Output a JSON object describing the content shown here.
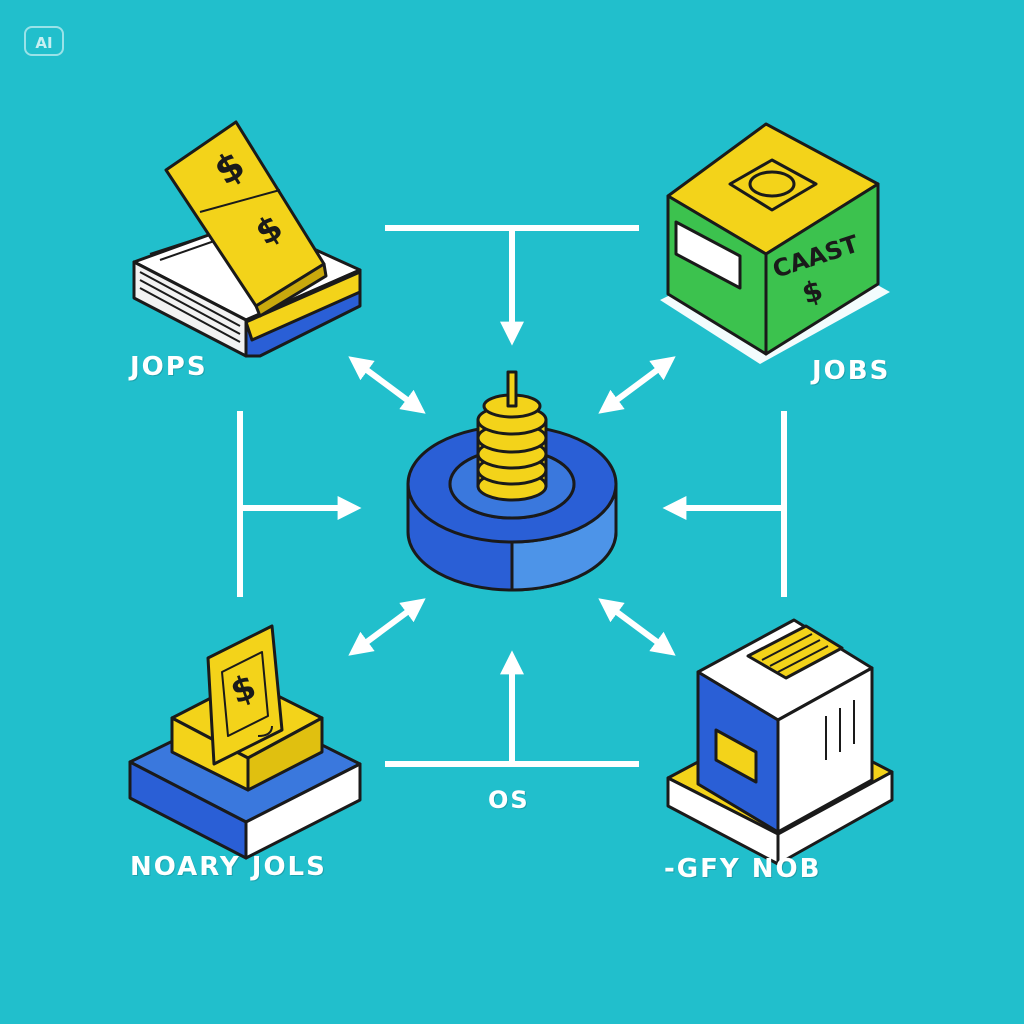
{
  "badge": {
    "text": "AI"
  },
  "labels": {
    "top_left": "JOPS",
    "top_right": "JOBS",
    "bottom_left": "NOARY JOLS",
    "bottom_right": "-GFY NOB",
    "bottom_center": "OS"
  },
  "top_right_box": {
    "text": "CAAST",
    "symbol": "$"
  },
  "dollar_symbol": "$",
  "colors": {
    "background": "#21bfcc",
    "yellow": "#f3d31a",
    "blue": "#2a5fd6",
    "light_blue": "#4d94e8",
    "green": "#3cc24e",
    "white": "#ffffff",
    "outline": "#1a1a1a"
  }
}
